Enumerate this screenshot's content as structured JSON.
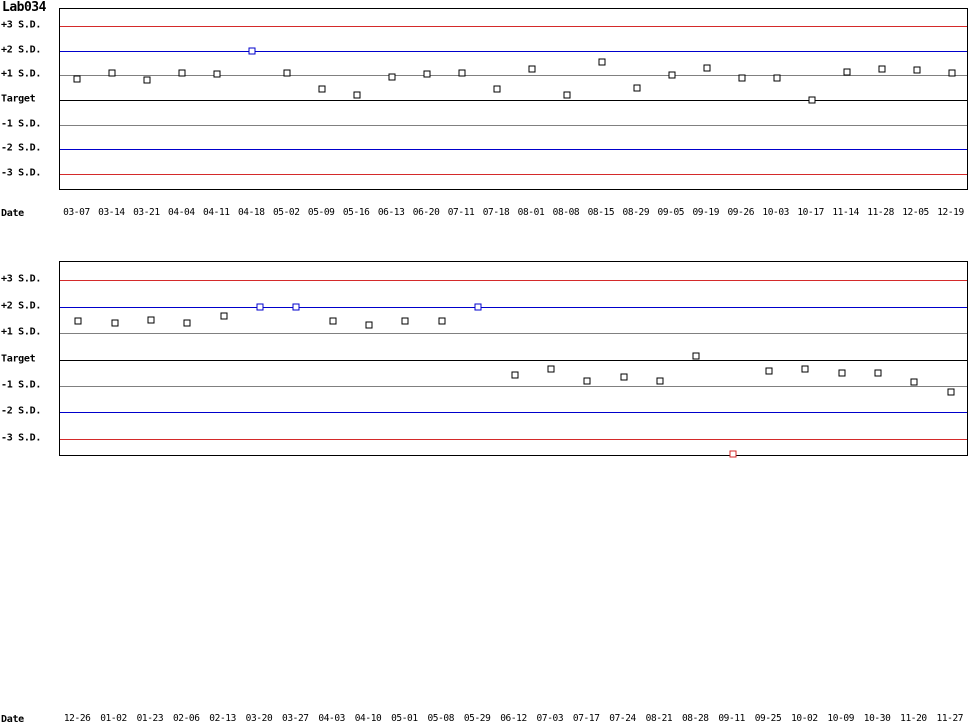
{
  "axis": {
    "y_labels": [
      "+3 S.D.",
      "+2 S.D.",
      "+1 S.D.",
      "Target",
      "-1 S.D.",
      "-2 S.D.",
      "-3 S.D."
    ],
    "date_axis_label": "Date"
  },
  "colors": {
    "limit_3sd": "#d42a2a",
    "limit_2sd": "#0000cc",
    "limit_1sd": "#808080",
    "target": "#000000",
    "marker_normal": "#000000",
    "marker_warning": "#0000cc",
    "marker_fail": "#d42a2a"
  },
  "chart_data": [
    {
      "type": "scatter",
      "title": "Lab034",
      "xlabel": "Date",
      "ylabel": "",
      "ylim": [
        -3.7,
        3.7
      ],
      "grid": true,
      "legend": "none",
      "reference_lines": [
        {
          "label": "+3 S.D.",
          "value": 3,
          "color": "#d42a2a"
        },
        {
          "label": "+2 S.D.",
          "value": 2,
          "color": "#0000cc"
        },
        {
          "label": "+1 S.D.",
          "value": 1,
          "color": "#808080"
        },
        {
          "label": "Target",
          "value": 0,
          "color": "#000000"
        },
        {
          "label": "-1 S.D.",
          "value": -1,
          "color": "#808080"
        },
        {
          "label": "-2 S.D.",
          "value": -2,
          "color": "#0000cc"
        },
        {
          "label": "-3 S.D.",
          "value": -3,
          "color": "#d42a2a"
        }
      ],
      "categories": [
        "03-07",
        "03-14",
        "03-21",
        "04-04",
        "04-11",
        "04-18",
        "05-02",
        "05-09",
        "05-16",
        "06-13",
        "06-20",
        "07-11",
        "07-18",
        "08-01",
        "08-08",
        "08-15",
        "08-29",
        "09-05",
        "09-19",
        "09-26",
        "10-03",
        "10-17",
        "11-14",
        "11-28",
        "12-05",
        "12-19"
      ],
      "values": [
        0.85,
        1.1,
        0.8,
        1.1,
        1.05,
        2.0,
        1.1,
        0.45,
        0.2,
        0.95,
        1.05,
        1.1,
        0.45,
        1.25,
        0.2,
        1.55,
        0.5,
        1.0,
        1.3,
        0.9,
        0.9,
        0.0,
        1.15,
        1.25,
        1.2,
        1.1
      ],
      "statuses": [
        "ok",
        "ok",
        "ok",
        "ok",
        "ok",
        "warn",
        "ok",
        "ok",
        "ok",
        "ok",
        "ok",
        "ok",
        "ok",
        "ok",
        "ok",
        "ok",
        "ok",
        "ok",
        "ok",
        "ok",
        "ok",
        "ok",
        "ok",
        "ok",
        "ok",
        "ok"
      ]
    },
    {
      "type": "scatter",
      "title": "",
      "xlabel": "Date",
      "ylabel": "",
      "ylim": [
        -3.7,
        3.7
      ],
      "grid": true,
      "legend": "none",
      "reference_lines": [
        {
          "label": "+3 S.D.",
          "value": 3,
          "color": "#d42a2a"
        },
        {
          "label": "+2 S.D.",
          "value": 2,
          "color": "#0000cc"
        },
        {
          "label": "+1 S.D.",
          "value": 1,
          "color": "#808080"
        },
        {
          "label": "Target",
          "value": 0,
          "color": "#000000"
        },
        {
          "label": "-1 S.D.",
          "value": -1,
          "color": "#808080"
        },
        {
          "label": "-2 S.D.",
          "value": -2,
          "color": "#0000cc"
        },
        {
          "label": "-3 S.D.",
          "value": -3,
          "color": "#d42a2a"
        }
      ],
      "categories": [
        "12-26",
        "01-02",
        "01-23",
        "02-06",
        "02-13",
        "03-20",
        "03-27",
        "04-03",
        "04-10",
        "05-01",
        "05-08",
        "05-29",
        "06-12",
        "07-03",
        "07-17",
        "07-24",
        "08-21",
        "08-28",
        "09-11",
        "09-25",
        "10-02",
        "10-09",
        "10-30",
        "11-20",
        "11-27"
      ],
      "values": [
        1.45,
        1.4,
        1.5,
        1.4,
        1.65,
        2.0,
        2.0,
        1.45,
        1.3,
        1.45,
        1.45,
        2.0,
        -0.6,
        -0.35,
        -0.8,
        -0.65,
        -0.8,
        0.15,
        -3.6,
        -0.45,
        -0.35,
        -0.5,
        -0.5,
        -0.85,
        -1.25
      ],
      "statuses": [
        "ok",
        "ok",
        "ok",
        "ok",
        "ok",
        "warn",
        "warn",
        "ok",
        "ok",
        "ok",
        "ok",
        "warn",
        "ok",
        "ok",
        "ok",
        "ok",
        "ok",
        "ok",
        "fail",
        "ok",
        "ok",
        "ok",
        "ok",
        "ok",
        "ok"
      ]
    }
  ]
}
